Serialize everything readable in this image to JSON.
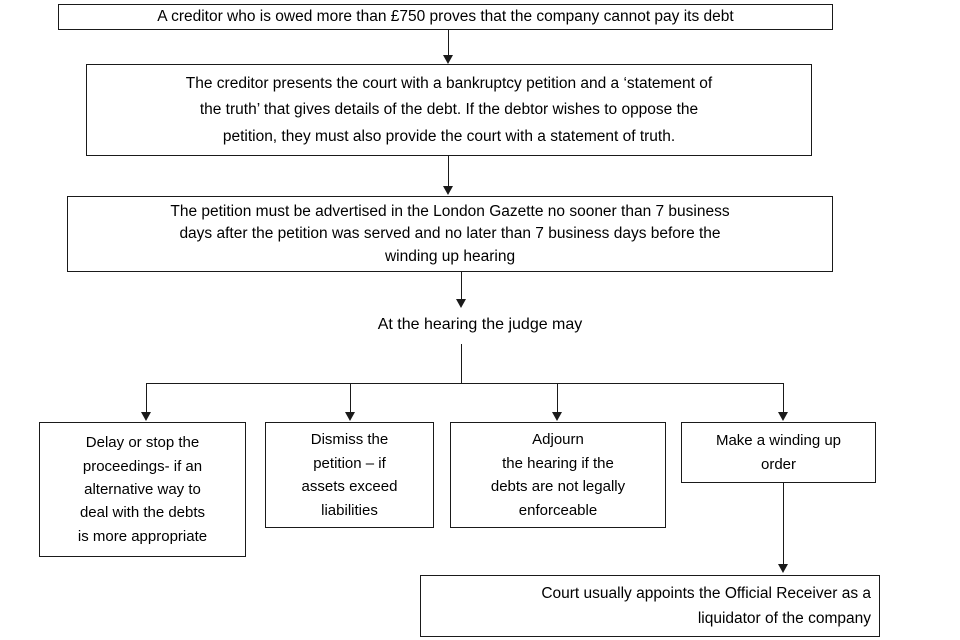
{
  "diagram": {
    "title": "Winding up petition process flowchart",
    "stroke_color": "#1a1a1a",
    "background_color": "#ffffff",
    "nodes": {
      "creditor_owed": {
        "lines": [
          "A creditor who is owed more than £750 proves that the company cannot pay its debt"
        ]
      },
      "petition_filed": {
        "lines": [
          "The creditor presents the court with a bankruptcy petition and a ‘statement of",
          "the truth’ that gives details of the debt.  If the debtor wishes to oppose the",
          "petition, they must also provide the court with a statement of truth."
        ]
      },
      "advertise": {
        "lines": [
          "The petition must be advertised in the London Gazette no sooner than 7 business",
          "days after the petition was served and no later than 7 business days before the",
          "winding up hearing"
        ]
      },
      "hearing_label": {
        "lines": [
          "At the hearing the judge may"
        ]
      },
      "delay_stop": {
        "lines": [
          "Delay or stop the",
          "proceedings- if an",
          "alternative way to",
          "deal with the debts",
          "is more appropriate"
        ]
      },
      "dismiss": {
        "lines": [
          "Dismiss the",
          "petition – if",
          "assets exceed",
          "liabilities"
        ]
      },
      "adjourn": {
        "lines": [
          "Adjourn",
          "the hearing if the",
          "debts are not legally",
          "enforceable"
        ]
      },
      "winding_order": {
        "lines": [
          "Make a winding up",
          "order"
        ]
      },
      "official_receiver": {
        "lines": [
          "Court usually appoints the Official Receiver as a",
          "liquidator of the company"
        ]
      }
    }
  }
}
